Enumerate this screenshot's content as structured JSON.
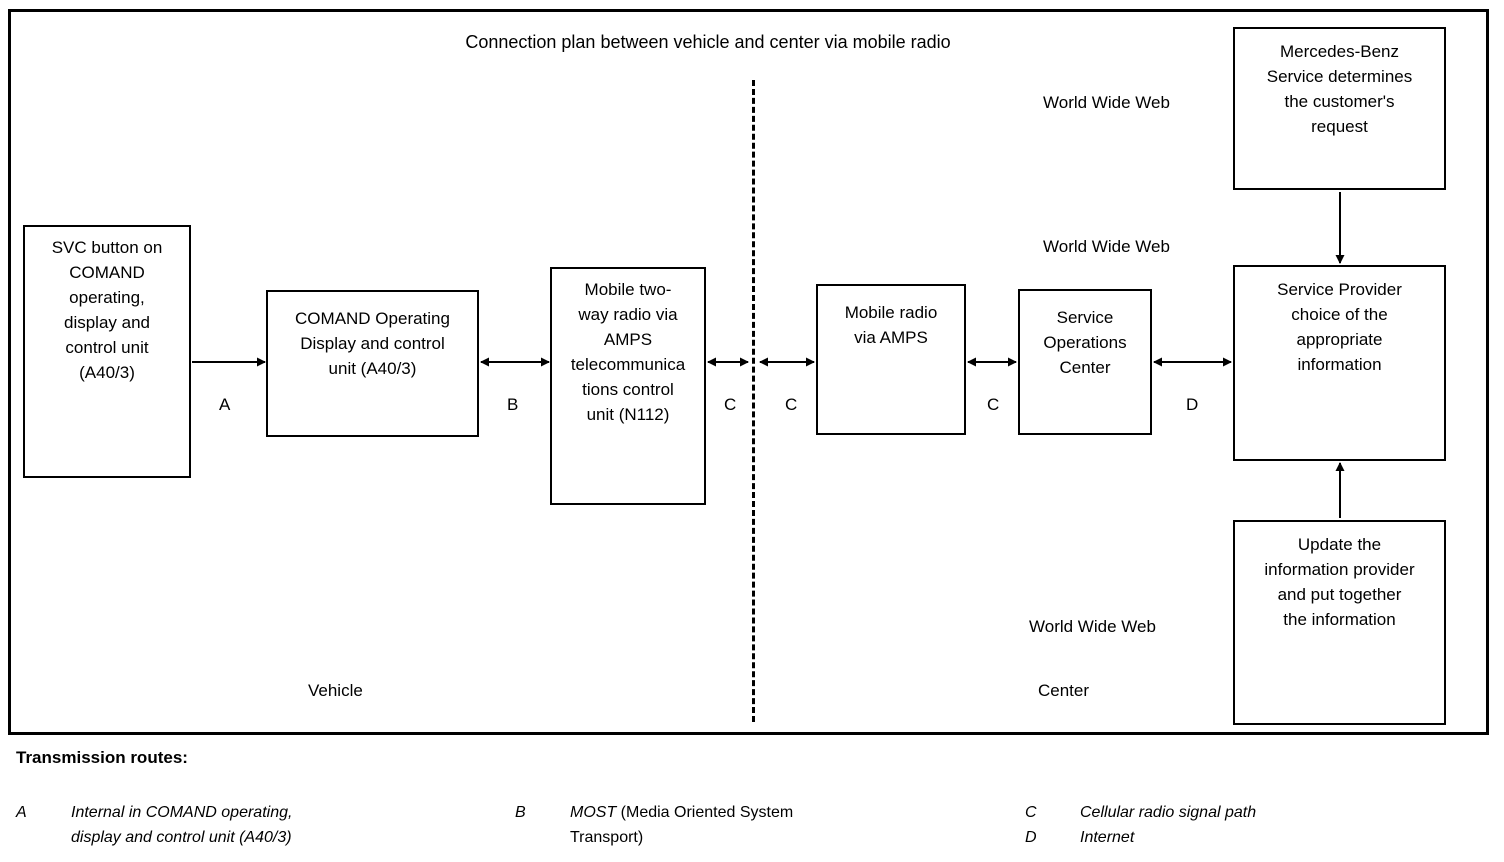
{
  "diagram": {
    "title": "Connection plan between vehicle and center via mobile radio",
    "side_labels": {
      "vehicle": "Vehicle",
      "center": "Center"
    },
    "web_labels": {
      "top": "World Wide Web",
      "middle": "World Wide Web",
      "bottom": "World Wide Web"
    },
    "nodes": {
      "svc_button": "SVC button on\nCOMAND\noperating,\ndisplay and\ncontrol unit\n(A40/3)",
      "comand_unit": "COMAND Operating\nDisplay and control\nunit (A40/3)",
      "mobile_two_way_radio": "Mobile two-\nway radio via\nAMPS\ntelecommunica\ntions control\nunit (N112)",
      "mobile_radio_amps": "Mobile radio\nvia AMPS",
      "service_operations_center": "Service\nOperations\nCenter",
      "mercedes_benz_service": "Mercedes-Benz\nService determines\nthe customer's\nrequest",
      "service_provider": "Service Provider\nchoice of the\nappropriate\ninformation",
      "update_information": "Update the\ninformation provider\nand put together\nthe information"
    },
    "route_markers": {
      "a": "A",
      "b": "B",
      "c_left": "C",
      "c_right": "C",
      "c_center": "C",
      "d": "D"
    }
  },
  "legend": {
    "title": "Transmission routes:",
    "entries": [
      {
        "key": "A",
        "desc": "Internal in COMAND operating,\ndisplay and control unit (A40/3)",
        "desc_upright": ""
      },
      {
        "key": "B",
        "desc": "MOST ",
        "desc_upright": "(Media Oriented System\nTransport)"
      },
      {
        "key": "C",
        "desc": "Cellular radio signal path",
        "desc_upright": ""
      },
      {
        "key": "D",
        "desc": "Internet",
        "desc_upright": ""
      }
    ]
  },
  "colors": {
    "ink": "#000000",
    "paper": "#ffffff"
  }
}
